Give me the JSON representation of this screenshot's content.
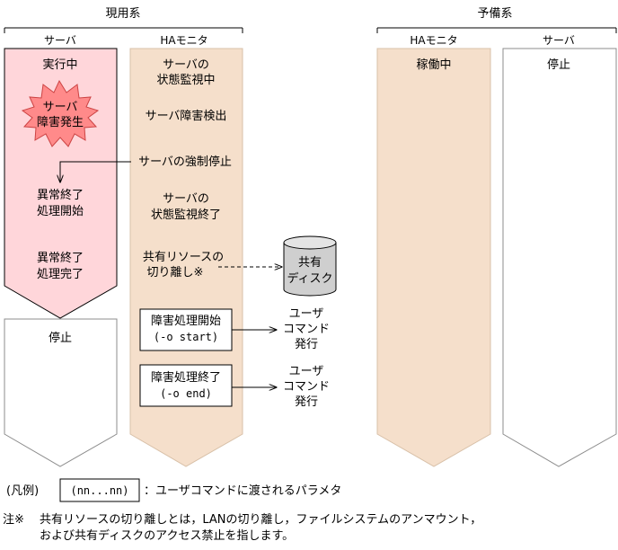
{
  "groups": {
    "active": "現用系",
    "standby": "予備系"
  },
  "columns": {
    "active_server": "サーバ",
    "active_ha": "HAモニタ",
    "standby_ha": "HAモニタ",
    "standby_server": "サーバ"
  },
  "active_server": {
    "running": "実行中",
    "failure_line1": "サーバ",
    "failure_line2": "障害発生",
    "abnormal_start_line1": "異常終了",
    "abnormal_start_line2": "処理開始",
    "abnormal_done_line1": "異常終了",
    "abnormal_done_line2": "処理完了",
    "stopped": "停止"
  },
  "active_ha": {
    "monitoring_line1": "サーバの",
    "monitoring_line2": "状態監視中",
    "failure_detect": "サーバ障害検出",
    "force_stop": "サーバの強制停止",
    "monitor_end_line1": "サーバの",
    "monitor_end_line2": "状態監視終了",
    "detach_line1": "共有リソースの",
    "detach_line2": "切り離し※",
    "fail_start_box": "障害処理開始",
    "fail_start_param": "(-o start)",
    "fail_end_box": "障害処理終了",
    "fail_end_param": "(-o end)"
  },
  "disk": {
    "line1": "共有",
    "line2": "ディスク"
  },
  "user_command": {
    "line1": "ユーザ",
    "line2": "コマンド",
    "line3": "発行"
  },
  "standby_ha": {
    "operating": "稼働中"
  },
  "standby_server": {
    "stopped": "停止"
  },
  "legend": {
    "label": "(凡例)",
    "sample": "(nn...nn)",
    "description": "：ユーザコマンドに渡されるパラメタ"
  },
  "note": {
    "mark": "注※",
    "line1": "共有リソースの切り離しとは，LANの切り離し，ファイルシステムのアンマウント，",
    "line2": "および共有ディスクのアクセス禁止を指します。"
  },
  "colors": {
    "server_failure_fill": "#ffd6da",
    "ha_fill": "#f5dfcb",
    "burst_fill": "#ff8a8a"
  }
}
